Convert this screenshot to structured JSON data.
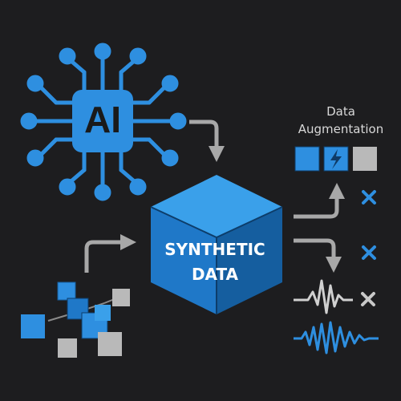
{
  "colors": {
    "background": "#1d1d1f",
    "accent_blue": "#2e8fe0",
    "cube_front": "#1f78c8",
    "cube_top": "#3aa0ea",
    "cube_side": "#155e9f",
    "arrow_gray": "#a8a8a8",
    "waveform_gray": "#d0d0d0",
    "waveform_blue": "#2e8fe0",
    "x_mark": "#2e8fe0",
    "x_mark_gray": "#c8c8c8",
    "square_gray": "#b9b9b9"
  },
  "chip": {
    "label": "AI",
    "icon": "circuit-chip-icon"
  },
  "cube": {
    "line1": "SYNTHETIC",
    "line2": "DATA",
    "icon": "cube-icon"
  },
  "augmentation": {
    "title_line1": "Data",
    "title_line2": "Augmentation",
    "tiles": [
      "blue",
      "blue-lightning",
      "gray"
    ],
    "outcomes": [
      {
        "name": "rejected",
        "icon": "x-icon",
        "color": "blue"
      },
      {
        "name": "rejected",
        "icon": "x-icon",
        "color": "blue"
      },
      {
        "name": "rejected",
        "icon": "x-icon",
        "color": "gray"
      }
    ]
  },
  "source_data": {
    "icon": "scattered-data-blocks-icon"
  },
  "waveforms": [
    {
      "name": "noisy-signal",
      "icon": "waveform-icon",
      "color": "gray"
    },
    {
      "name": "augmented-signal",
      "icon": "waveform-icon",
      "color": "blue"
    }
  ]
}
